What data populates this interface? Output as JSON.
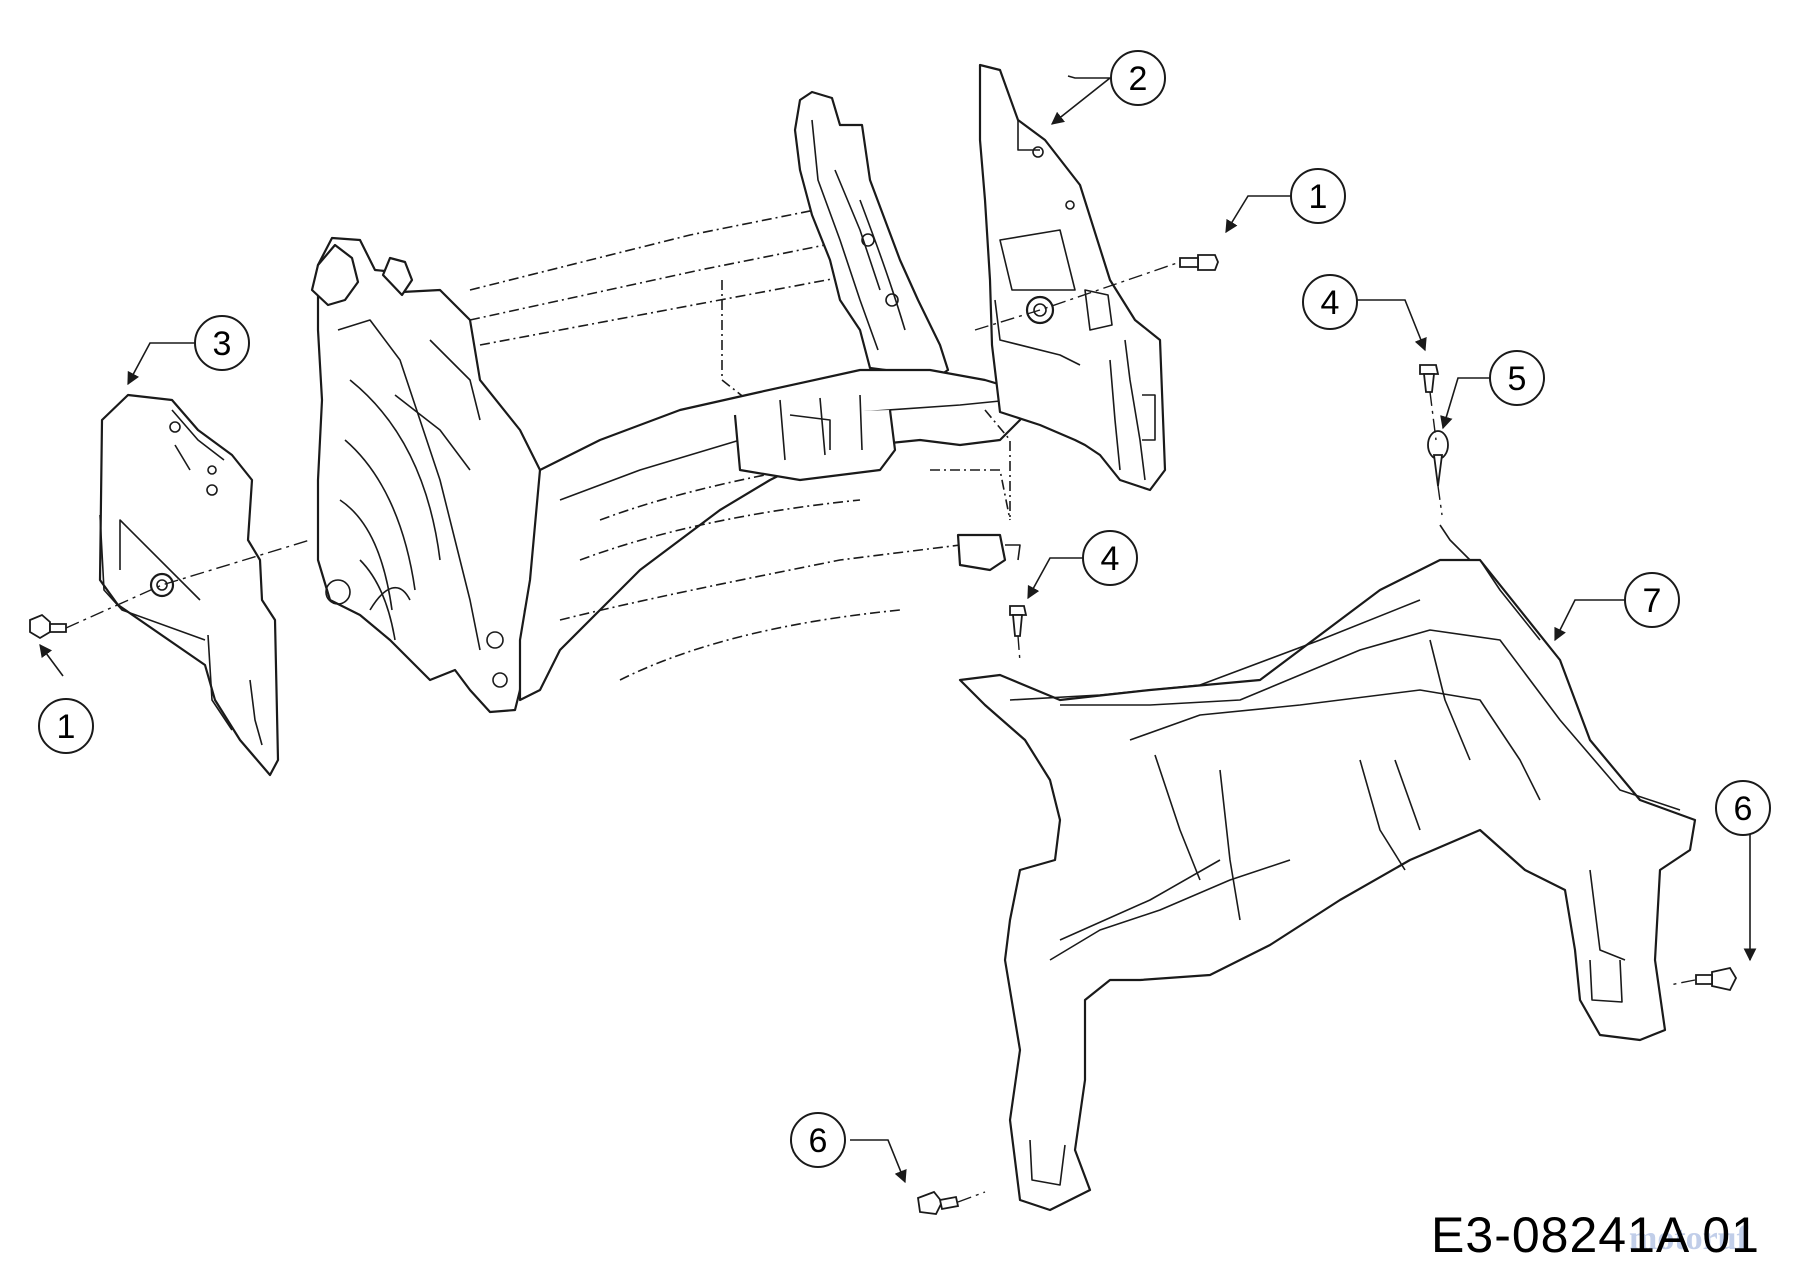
{
  "diagram": {
    "code": "E3-08241A 01",
    "watermark": "motoruf"
  },
  "callouts": [
    {
      "id": "c1a",
      "number": "1"
    },
    {
      "id": "c1b",
      "number": "1"
    },
    {
      "id": "c2",
      "number": "2"
    },
    {
      "id": "c3",
      "number": "3"
    },
    {
      "id": "c4a",
      "number": "4"
    },
    {
      "id": "c4b",
      "number": "4"
    },
    {
      "id": "c5",
      "number": "5"
    },
    {
      "id": "c6a",
      "number": "6"
    },
    {
      "id": "c6b",
      "number": "6"
    },
    {
      "id": "c7",
      "number": "7"
    }
  ]
}
